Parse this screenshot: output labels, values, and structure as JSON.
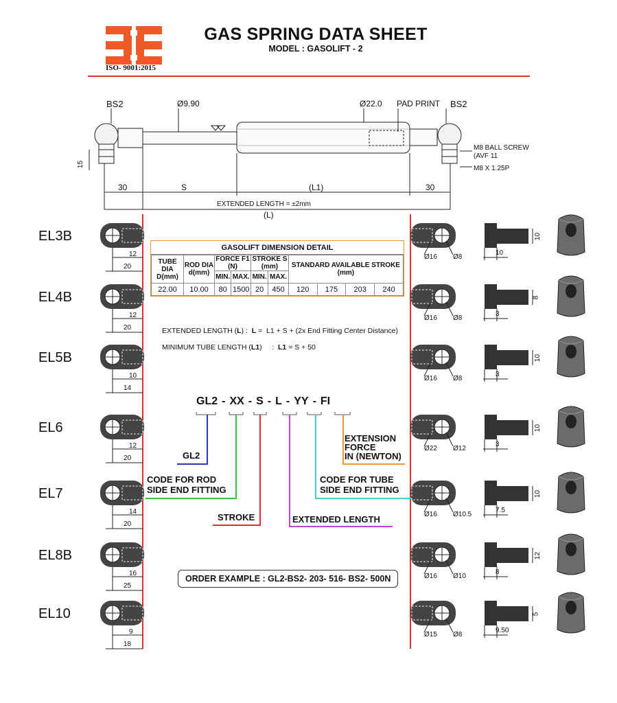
{
  "header": {
    "title": "GAS SPRING DATA SHEET",
    "model": "MODEL : GASOLIFT - 2",
    "certification": "ISO- 9001:2015",
    "logo_color": "#ef5a28",
    "rule_color": "#e03030"
  },
  "spring": {
    "left_end": "BS2",
    "right_end": "BS2",
    "rod_dia": "Ø9.90",
    "tube_dia": "Ø22.0",
    "pad_print": "PAD PRINT",
    "ball_screw": "M8 BALL SCREW",
    "avf": "(AVF 11",
    "thread": "M8 X 1.25P",
    "dim_15": "15",
    "dim_30_left": "30",
    "dim_s": "S",
    "dim_l1": "(L1)",
    "dim_30_right": "30",
    "extended_length": "EXTENDED LENGTH = ±2mm",
    "l_label": "(L)"
  },
  "end_fittings": [
    {
      "name": "EL3B",
      "left_a": "12",
      "left_b": "20",
      "right_a": "Ø16",
      "right_b": "Ø8",
      "side_a": "10",
      "side_b": "10"
    },
    {
      "name": "EL4B",
      "left_a": "12",
      "left_b": "20",
      "right_a": "Ø16",
      "right_b": "Ø8",
      "side_a": "8",
      "side_b": "3"
    },
    {
      "name": "EL5B",
      "left_a": "10",
      "left_b": "14",
      "right_a": "Ø16",
      "right_b": "Ø8",
      "side_a": "10",
      "side_b": "3"
    },
    {
      "name": "EL6",
      "left_a": "12",
      "left_b": "20",
      "right_a": "Ø22",
      "right_b": "Ø12",
      "side_a": "10",
      "side_b": "3"
    },
    {
      "name": "EL7",
      "left_a": "14",
      "left_b": "20",
      "right_a": "Ø16",
      "right_b": "Ø10.5",
      "side_a": "10",
      "side_b": "7.5"
    },
    {
      "name": "EL8B",
      "left_a": "16",
      "left_b": "25",
      "right_a": "Ø16",
      "right_b": "Ø10",
      "side_a": "12",
      "side_b": "8"
    },
    {
      "name": "EL10",
      "left_a": "9",
      "left_b": "18",
      "right_a": "Ø15",
      "right_b": "Ø8",
      "side_a": "5",
      "side_b": "9.50"
    }
  ],
  "table": {
    "title": "GASOLIFT DIMENSION DETAIL",
    "tube_dia": "TUBE DIA",
    "tube_unit": "D(mm)",
    "rod_dia": "ROD DIA",
    "rod_unit": "d(mm)",
    "force": "FORCE  F1",
    "force_unit": "(N)",
    "stroke": "STROKE  S",
    "stroke_unit": "(mm)",
    "std": "STANDARD AVAILABLE STROKE",
    "std_unit": "(mm)",
    "min": "MIN.",
    "max": "MAX.",
    "smin": "MIN.",
    "smax": "MAX.",
    "values": [
      "22.00",
      "10.00",
      "80",
      "1500",
      "20",
      "450",
      "120",
      "175",
      "203",
      "240"
    ],
    "border_color": "#f0963c"
  },
  "formulas": {
    "extended_prefix": "EXTENDED LENGTH (",
    "extended_bold": "L",
    "extended_mid": ") :  ",
    "extended_eq_bold": "L",
    "extended_rest": " =  L1 + S + (2x End Fitting Center Distance)",
    "min_prefix": "MINIMUM TUBE LENGTH (",
    "min_bold": "L1",
    "min_mid": ")     :  ",
    "min_eq_bold": "L1",
    "min_rest": " = S + 50"
  },
  "code": {
    "parts": [
      "GL2",
      "-",
      "XX",
      "-",
      "S",
      "-",
      "L",
      "-",
      "YY",
      "-",
      "FI"
    ],
    "gl2": "GL2",
    "rod": "CODE FOR ROD\nSIDE END FITTING",
    "stroke": "STROKE",
    "extended": "EXTENDED  LENGTH",
    "tube": "CODE FOR TUBE\nSIDE END FITTING",
    "force": "EXTENSION\nFORCE\nIN (NEWTON)",
    "colors": {
      "gl2": "#2a3ab8",
      "rod": "#3cc040",
      "stroke": "#e03030",
      "extended": "#c040d8",
      "tube": "#40d0d0",
      "force": "#f0963c"
    }
  },
  "order_example": "ORDER EXAMPLE : GL2-BS2- 203- 516- BS2- 500N"
}
